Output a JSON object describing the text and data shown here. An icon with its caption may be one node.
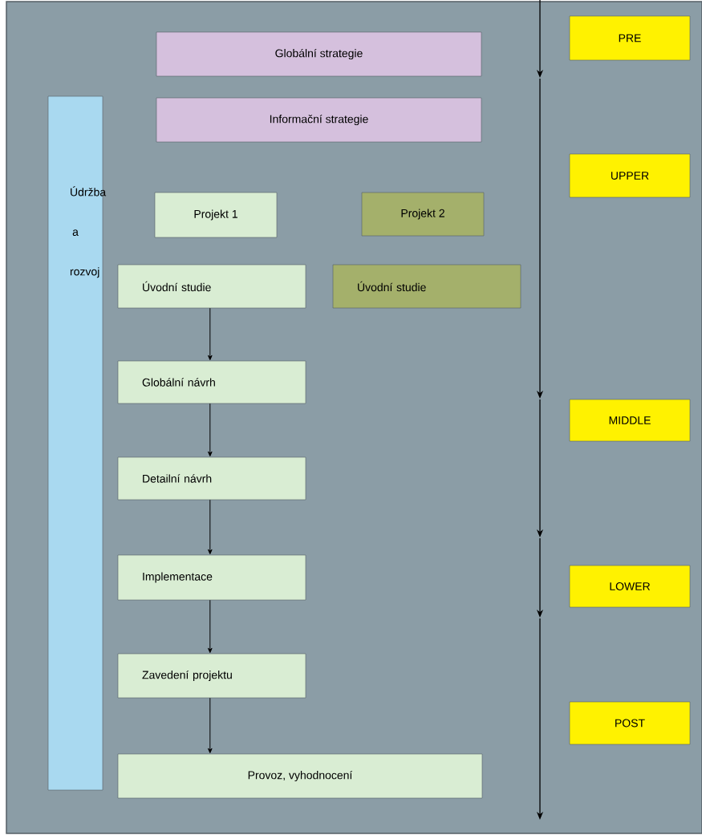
{
  "diagram": {
    "nodes": [
      {
        "text": [
          "Globální strategie"
        ]
      },
      {
        "text": [
          "Informační strategie"
        ]
      },
      {
        "text": [
          "Údržba a rozvoj"
        ]
      },
      {
        "text": [
          "Projekt 1"
        ]
      },
      {
        "text": [
          "Projekt 2"
        ]
      },
      {
        "text": [
          "Úvodní studie"
        ]
      },
      {
        "text": [
          "Úvodní studie"
        ]
      },
      {
        "text": [
          "Globální návrh"
        ]
      },
      {
        "text": [
          "Detailní návrh"
        ]
      },
      {
        "text": [
          "Implementace"
        ]
      },
      {
        "text": [
          "Zavedení projektu"
        ]
      },
      {
        "text": [
          "Provoz, vyhodnocení"
        ]
      },
      {
        "text": [
          "PRE"
        ]
      },
      {
        "text": [
          "UPPER"
        ]
      },
      {
        "text": [
          "MIDDLE"
        ]
      },
      {
        "text": [
          "LOWER"
        ]
      },
      {
        "text": [
          "POST"
        ]
      }
    ],
    "edges": [
      {
        "from": 5,
        "to": 7,
        "arrow": "to"
      },
      {
        "from": 7,
        "to": 8,
        "arrow": "to"
      },
      {
        "from": 8,
        "to": 9,
        "arrow": "to"
      },
      {
        "from": 9,
        "to": 10,
        "arrow": "to"
      },
      {
        "from": 10,
        "to": 11,
        "arrow": "to"
      }
    ]
  }
}
